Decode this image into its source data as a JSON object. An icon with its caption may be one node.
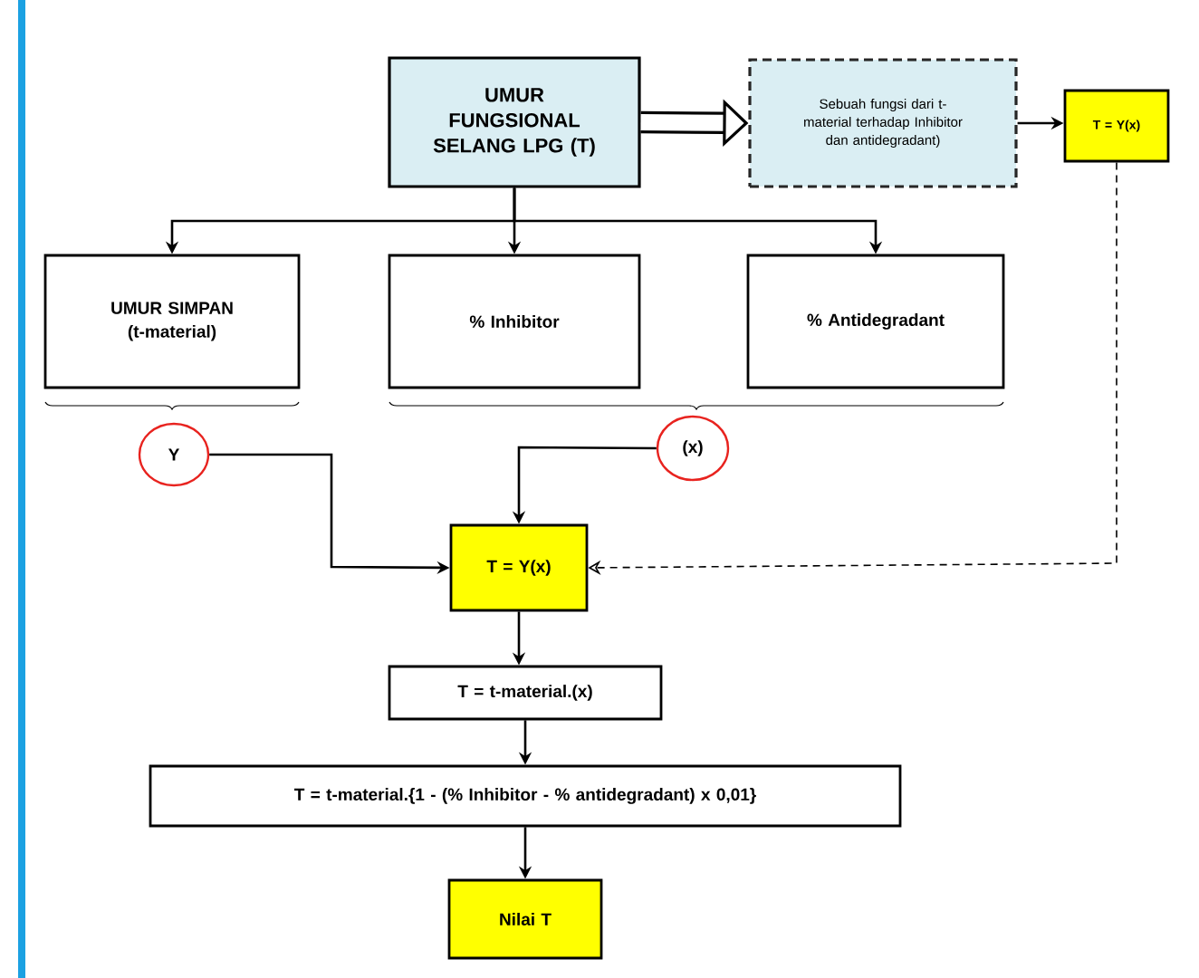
{
  "diagram": {
    "nodes": [
      {
        "text": [
          "UMUR FUNGSIONAL SELANG LPG (T)"
        ]
      },
      {
        "text": [
          "Sebuah fungsi dari t-material terhadap Inhibitor dan antidegradant)"
        ]
      },
      {
        "text": [
          "T = Y(x)"
        ]
      },
      {
        "text": [
          "UMUR SIMPAN (t-material)"
        ]
      },
      {
        "text": [
          "% Inhibitor"
        ]
      },
      {
        "text": [
          "% Antidegradant"
        ]
      },
      {
        "text": [
          "Y"
        ]
      },
      {
        "text": [
          "(x)"
        ]
      },
      {
        "text": [
          "T = Y(x)"
        ]
      },
      {
        "text": [
          "T = t-material.(x)"
        ]
      },
      {
        "text": [
          "T = t-material.{1 - (% Inhibitor - % antidegradant) x 0,01}"
        ]
      },
      {
        "text": [
          "Nilai T"
        ]
      }
    ],
    "edges": [
      {
        "from": 0,
        "to": 1,
        "arrow": "to",
        "style": "thick"
      },
      {
        "from": 1,
        "to": 2,
        "arrow": "to"
      },
      {
        "from": 0,
        "to": 3,
        "arrow": "to"
      },
      {
        "from": 0,
        "to": 4,
        "arrow": "to"
      },
      {
        "from": 0,
        "to": 5,
        "arrow": "to"
      },
      {
        "from": 6,
        "to": 8,
        "arrow": "to"
      },
      {
        "from": 7,
        "to": 8,
        "arrow": "to"
      },
      {
        "from": 2,
        "to": 8,
        "arrow": "to",
        "style": "dashed"
      },
      {
        "from": 8,
        "to": 9,
        "arrow": "to"
      },
      {
        "from": 9,
        "to": 10,
        "arrow": "to"
      },
      {
        "from": 10,
        "to": 11,
        "arrow": "to"
      }
    ]
  }
}
